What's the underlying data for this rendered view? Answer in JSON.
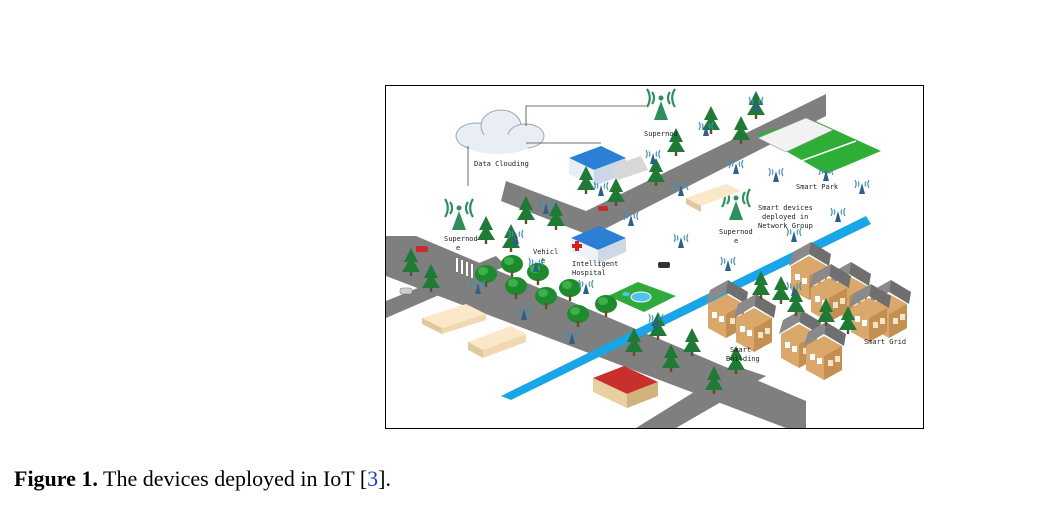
{
  "figure": {
    "labels": {
      "data_clouding": "Data Clouding",
      "supernode_top": "Supernod",
      "supernode_left_1": "Supernod",
      "supernode_left_2": "e",
      "supernode_mid_1": "Supernod",
      "supernode_mid_2": "e",
      "vehicle_1": "Vehicl",
      "vehicle_2": "e",
      "hospital_1": "Intelligent",
      "hospital_2": "Hospital",
      "smart_park": "Smart Park",
      "network_group_1": "Smart devices",
      "network_group_2": "deployed in",
      "network_group_3": "Network Group",
      "smart_building_1": "Smart",
      "smart_building_2": "Building",
      "smart_grid": "Smart Grid"
    }
  },
  "caption": {
    "label": "Figure 1.",
    "text": " The devices deployed in IoT [",
    "ref": "3",
    "end": "]."
  },
  "colors": {
    "road": "#7f7f7f",
    "river": "#19a6e6",
    "tree": "#1f7a35",
    "signal": "#2f8f5a",
    "house": "#d9a86a",
    "park": "#2fae36"
  }
}
